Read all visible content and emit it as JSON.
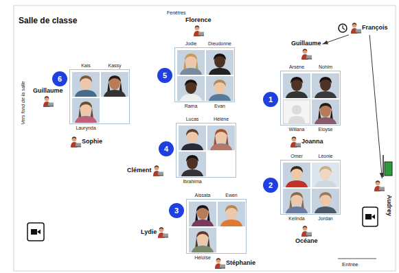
{
  "diagram": {
    "title": "Salle de classe",
    "nodes": [
      {
        "text": [
          "Florence"
        ]
      },
      {
        "text": [
          "François"
        ]
      },
      {
        "text": [
          "Guillaume"
        ]
      },
      {
        "text": [
          "6"
        ]
      },
      {
        "text": [
          "Kais"
        ],
        "in": 3
      },
      {
        "text": [
          "Kassy"
        ],
        "in": 3
      },
      {
        "text": [
          "Laurynda"
        ],
        "in": 3
      },
      {
        "text": [
          "Guillaume"
        ]
      },
      {
        "text": [
          "Sophie"
        ]
      },
      {
        "text": [
          "5"
        ]
      },
      {
        "text": [
          "Jodie"
        ],
        "in": 9
      },
      {
        "text": [
          "Dieudonne"
        ],
        "in": 9
      },
      {
        "text": [
          "Rama"
        ],
        "in": 9
      },
      {
        "text": [
          "Evan"
        ],
        "in": 9
      },
      {
        "text": [
          "1"
        ]
      },
      {
        "text": [
          "Arsène"
        ],
        "in": 14
      },
      {
        "text": [
          "Nohim"
        ],
        "in": 14
      },
      {
        "text": [
          "Wiliana"
        ],
        "in": 14
      },
      {
        "text": [
          "Eloyse"
        ],
        "in": 14
      },
      {
        "text": [
          "Joanna"
        ]
      },
      {
        "text": [
          "4"
        ]
      },
      {
        "text": [
          "Lucas"
        ],
        "in": 20
      },
      {
        "text": [
          "Hélène"
        ],
        "in": 20
      },
      {
        "text": [
          "Ibrahima"
        ],
        "in": 20
      },
      {
        "text": [
          "Clément"
        ]
      },
      {
        "text": [
          "2"
        ]
      },
      {
        "text": [
          "Omer"
        ],
        "in": 25
      },
      {
        "text": [
          "Léonie"
        ],
        "in": 25
      },
      {
        "text": [
          "Kelinda"
        ],
        "in": 25
      },
      {
        "text": [
          "Jordan"
        ],
        "in": 25
      },
      {
        "text": [
          "Océane"
        ]
      },
      {
        "text": [
          "Audrey"
        ]
      },
      {
        "text": [
          "3"
        ]
      },
      {
        "text": [
          "Aissata"
        ],
        "in": 32
      },
      {
        "text": [
          "Ewen"
        ],
        "in": 32
      },
      {
        "text": [
          "Héloïse"
        ],
        "in": 32
      },
      {
        "text": [
          "Lydie"
        ]
      },
      {
        "text": [
          "Stéphanie"
        ]
      }
    ],
    "edges": [
      {
        "from": 1,
        "to": 2,
        "arrow": "to"
      },
      {
        "from": 1,
        "to": 31,
        "arrow": "to"
      }
    ],
    "labels": [
      "Fenêtres",
      "Vers fond de la salle",
      "Entrée"
    ]
  }
}
